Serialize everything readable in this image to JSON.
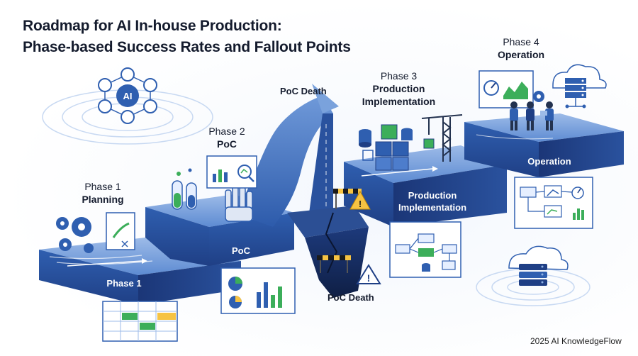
{
  "title": {
    "line1": "Roadmap for AI In-house Production:",
    "line2": "Phase-based Success Rates and Fallout Points"
  },
  "phases": [
    {
      "label": "Phase 1",
      "name": "Planning",
      "step_label": "Phase 1"
    },
    {
      "label": "Phase 2",
      "name": "PoC",
      "step_label": "PoC"
    },
    {
      "label": "Phase 3",
      "name": "Production Implementation",
      "step_label": "Production Implementation"
    },
    {
      "label": "Phase 4",
      "name": "Operation",
      "step_label": "Operation"
    }
  ],
  "hub_icon_text": "AI",
  "poc_death": {
    "top_label": "PoC Death",
    "bottom_label": "PoC Death"
  },
  "footer": "2025 AI KnowledgeFlow",
  "colors": {
    "primary_blue": "#2f5fb0",
    "dark_blue": "#1f3f85",
    "light_blue": "#8fb2e4",
    "green": "#3cae5a",
    "warning_yellow": "#f6c343",
    "dark_text": "#141b2d"
  }
}
